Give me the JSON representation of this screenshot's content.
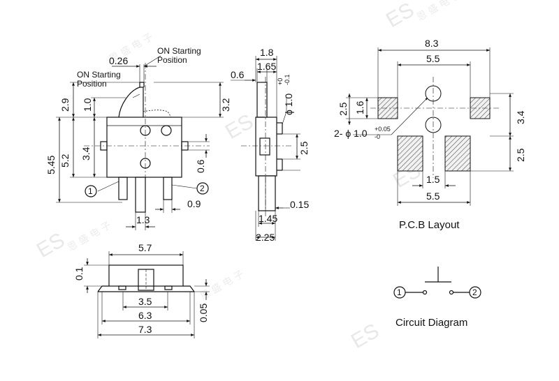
{
  "watermark": {
    "brand": "ES",
    "chinese": "恩 盛 电 子"
  },
  "side_view": {
    "lever_offset": "0.26",
    "on_start_right": [
      "ON Starting",
      "Position"
    ],
    "on_start_left": [
      "ON Starting",
      "Position"
    ],
    "dims": {
      "h_2_9": "2.9",
      "h_1_0": "1.0",
      "h_5_45": "5.45",
      "h_5_2": "5.2",
      "h_3_4": "3.4",
      "h_3_2": "3.2",
      "h_0_6": "0.6",
      "w_1_3": "1.3",
      "w_0_9": "0.9"
    },
    "pin_1": "1",
    "pin_2": "2"
  },
  "end_view": {
    "dims": {
      "w_1_8": "1.8",
      "w_1_65": "1.65",
      "w_0_6": "0.6",
      "phi": "ϕ 1.0",
      "phi_tol_top": "+0",
      "phi_tol_bot": "-0.1",
      "h_2_5": "2.5",
      "w_0_15": "0.15",
      "w_1_45": "1.45",
      "w_2_25": "2.25"
    }
  },
  "bottom_view": {
    "dims": {
      "w_5_7": "5.7",
      "h_0_1": "0.1",
      "w_3_5": "3.5",
      "w_6_3": "6.3",
      "w_7_3": "7.3",
      "h_0_05": "0.05"
    }
  },
  "pcb_layout": {
    "title": "P.C.B Layout",
    "dims": {
      "w_8_3": "8.3",
      "w_5_5_top": "5.5",
      "h_2_5_left": "2.5",
      "h_1_6": "1.6",
      "hole_label": "2- ϕ 1.0",
      "hole_tol_top": "+0.05",
      "hole_tol_bot": "-0",
      "h_3_4": "3.4",
      "h_2_5_right": "2.5",
      "w_1_5": "1.5",
      "w_5_5_bottom": "5.5"
    }
  },
  "circuit": {
    "title": "Circuit Diagram",
    "pin_1": "1",
    "pin_2": "2"
  }
}
